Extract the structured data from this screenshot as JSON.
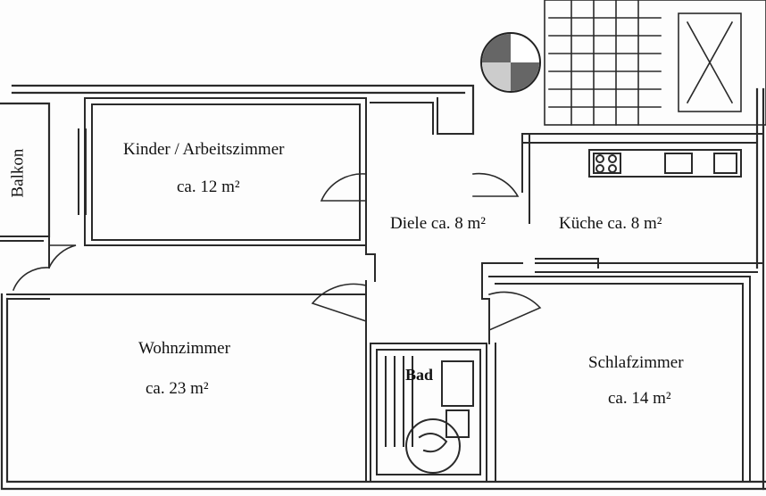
{
  "floorplan": {
    "rooms": {
      "balkon": {
        "name": "Balkon"
      },
      "kinder": {
        "name": "Kinder / Arbeitszimmer",
        "area": "ca. 12 m²"
      },
      "diele": {
        "name": "Diele ca. 8  m²"
      },
      "kueche": {
        "name": "Küche  ca. 8  m²"
      },
      "wohn": {
        "name": "Wohnzimmer",
        "area": "ca. 23  m²"
      },
      "bad": {
        "name": "Bad"
      },
      "schlaf": {
        "name": "Schlafzimmer",
        "area": "ca. 14 m²"
      }
    }
  }
}
